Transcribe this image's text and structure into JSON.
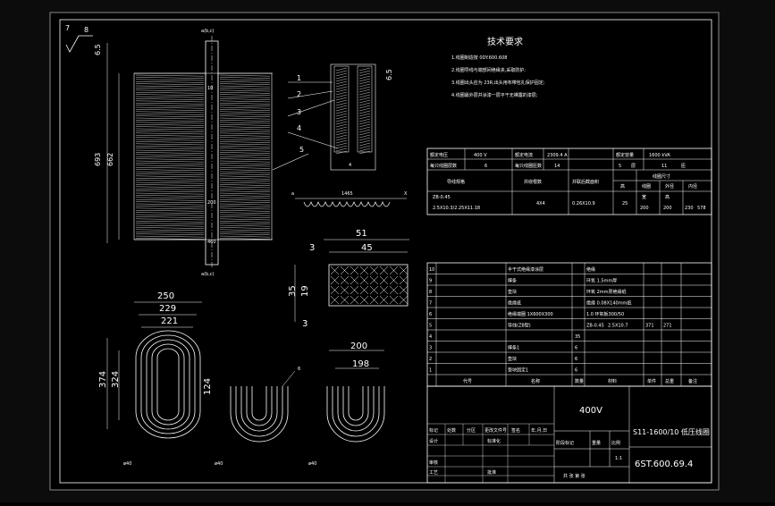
{
  "tech": {
    "title": "技术要求",
    "items": [
      "1.线圈制造按 0DY.600.608",
      "2.线圈导线与端部间绝缘夹,采取防护;",
      "3.线圈出头应为 23R,出头用布带包扎保护固定;",
      "4.线圈最外层并涂漆一层平干无裸露的漆层;"
    ]
  },
  "spec_table": {
    "row1": [
      "额定电压",
      "400 V",
      "额定电流",
      "2309.4 A",
      "额定容量",
      "1600 kVA"
    ],
    "row2": [
      "每只线圈层数",
      "6",
      "每只线圈匝数",
      "14",
      "5",
      "层",
      "11",
      "匝"
    ],
    "headers": [
      "导线规格",
      "并绕根数",
      "并联后截面积",
      "线圈尺寸"
    ],
    "sub": [
      "高",
      "线圈",
      "外径",
      "内径"
    ],
    "values": [
      "ZB-0.45",
      "2.5X10.3/2.25X11.18",
      "4X4",
      "0.26X10.9",
      "25",
      "200",
      "200",
      "230",
      "578"
    ],
    "sub2": [
      "宽",
      "高"
    ]
  },
  "bom": {
    "rows": [
      {
        "no": "10",
        "name": "半干式绝缘漆涂层",
        "mat": "绝缘"
      },
      {
        "no": "9",
        "name": "撑条",
        "mat": "环氧 1.5mm厚"
      },
      {
        "no": "8",
        "name": "垫块",
        "mat": "环氧 2mm厚绝缘纸"
      },
      {
        "no": "7",
        "name": "绝缘纸",
        "mat": "绝缘 0.08X140mm纸"
      },
      {
        "no": "6",
        "name": "绝缘端圈 1X600X300",
        "mat": "1.0 环氧板300/50"
      },
      {
        "no": "5",
        "name": "导线(ZB型)",
        "mat": "ZB-0.45",
        "size": "2.5X10.7",
        "d1": "371",
        "d2": "271"
      },
      {
        "no": "4",
        "name": "",
        "mat": "",
        "qty": "35"
      },
      {
        "no": "3",
        "name": "撑条1",
        "mat": "",
        "qty": "6"
      },
      {
        "no": "2",
        "name": "垫块",
        "mat": "",
        "qty": "6"
      },
      {
        "no": "1",
        "name": "垫块固定1",
        "mat": "",
        "qty": "6"
      }
    ],
    "header": [
      "代号",
      "名称",
      "数量",
      "材料",
      "单件",
      "总重",
      "备注"
    ]
  },
  "title_block": {
    "voltage": "400V",
    "name": "S11-1600/10 低压线圈",
    "drawing_no": "6ST.600.69.4",
    "scale": "1:1",
    "rows": [
      "标记",
      "处数",
      "分区",
      "更改文件号",
      "签名",
      "年,月,日"
    ],
    "design": "设计",
    "std": "标准化",
    "stage": "阶段标记",
    "weight": "重量",
    "ratio": "比例",
    "review": "审核",
    "craft": "工艺",
    "approve": "批准",
    "sheets": "共  张  第  张"
  },
  "dims": {
    "top_a": "a(b,c)",
    "bottom_a": "a(b,c)",
    "left_65": "6.5",
    "left_693": "693",
    "left_662": "662",
    "d_10": "10",
    "d_200": "200",
    "d_460": "460",
    "d_65b": "6.5",
    "leader_nums": [
      "1",
      "2",
      "3",
      "4",
      "5"
    ],
    "d_1465": "1465",
    "wave_l": "a",
    "wave_r": "X",
    "d_51": "51",
    "d_45": "45",
    "d_3a": "3",
    "d_3b": "3",
    "d_35": "35",
    "d_19": "19",
    "d_250": "250",
    "d_229": "229",
    "d_221": "221",
    "d_374": "374",
    "d_324": "324",
    "d_124": "124",
    "d_200b": "200",
    "d_198": "198",
    "d_6": "6",
    "corner": "7",
    "corner2": "8",
    "phi1": "ø40",
    "phi2": "ø40",
    "phi3": "ø40",
    "d_4": "4"
  },
  "colors": {
    "background": "#0c0c0c",
    "frame": "#8a8a8a",
    "sheet": "#000000",
    "line": "#ffffff"
  }
}
